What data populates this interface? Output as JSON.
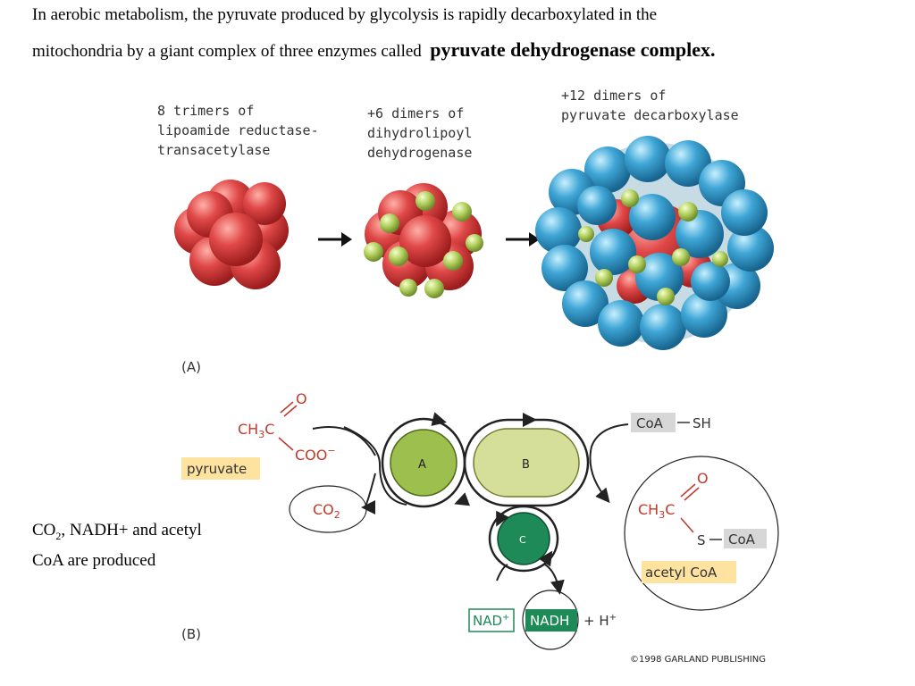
{
  "intro": {
    "line1": "In aerobic metabolism,  the pyruvate produced by glycolysis is rapidly decarboxylated in the",
    "line2_prefix": "mitochondria by a giant complex of three enzymes called",
    "line2_bold": "pyruvate dehydrogenase complex."
  },
  "panel_a": {
    "stage1_lines": [
      "8 trimers of",
      "lipoamide reductase-",
      "transacetylase"
    ],
    "stage2_lines": [
      "+6 dimers of",
      "dihydrolipoyl",
      "dehydrogenase"
    ],
    "stage3_lines": [
      "+12 dimers of",
      "pyruvate decarboxylase"
    ],
    "label": "(A)"
  },
  "panel_b": {
    "label": "(B)",
    "pyruvate_label": "pyruvate",
    "acetylcoa_label": "acetyl CoA",
    "enzyme_a": "A",
    "enzyme_b": "B",
    "enzyme_c": "C",
    "coa_sh": "CoA",
    "sh": "SH",
    "s_coa_s": "S",
    "s_coa_coa": "CoA",
    "nad": "NAD",
    "nadh": "NADH",
    "h_plus": "+ H",
    "o_top": "O",
    "o_product": "O",
    "ch3c": "CH",
    "coo": "COO",
    "co2": "CO"
  },
  "note": {
    "line1_a": "CO",
    "line1_sub": "2",
    "line1_b": ", NADH+ and acetyl",
    "line2": "CoA are produced"
  },
  "copyright": "©1998 GARLAND PUBLISHING",
  "colors": {
    "red": "#d93b3b",
    "green": "#a8c85a",
    "blue": "#3aa0d0",
    "enzyme_a": "#9dbf4d",
    "enzyme_b": "#d5df9a",
    "enzyme_c": "#1e8a57",
    "highlight": "#fde2a0",
    "chem_red": "#c0392b"
  }
}
